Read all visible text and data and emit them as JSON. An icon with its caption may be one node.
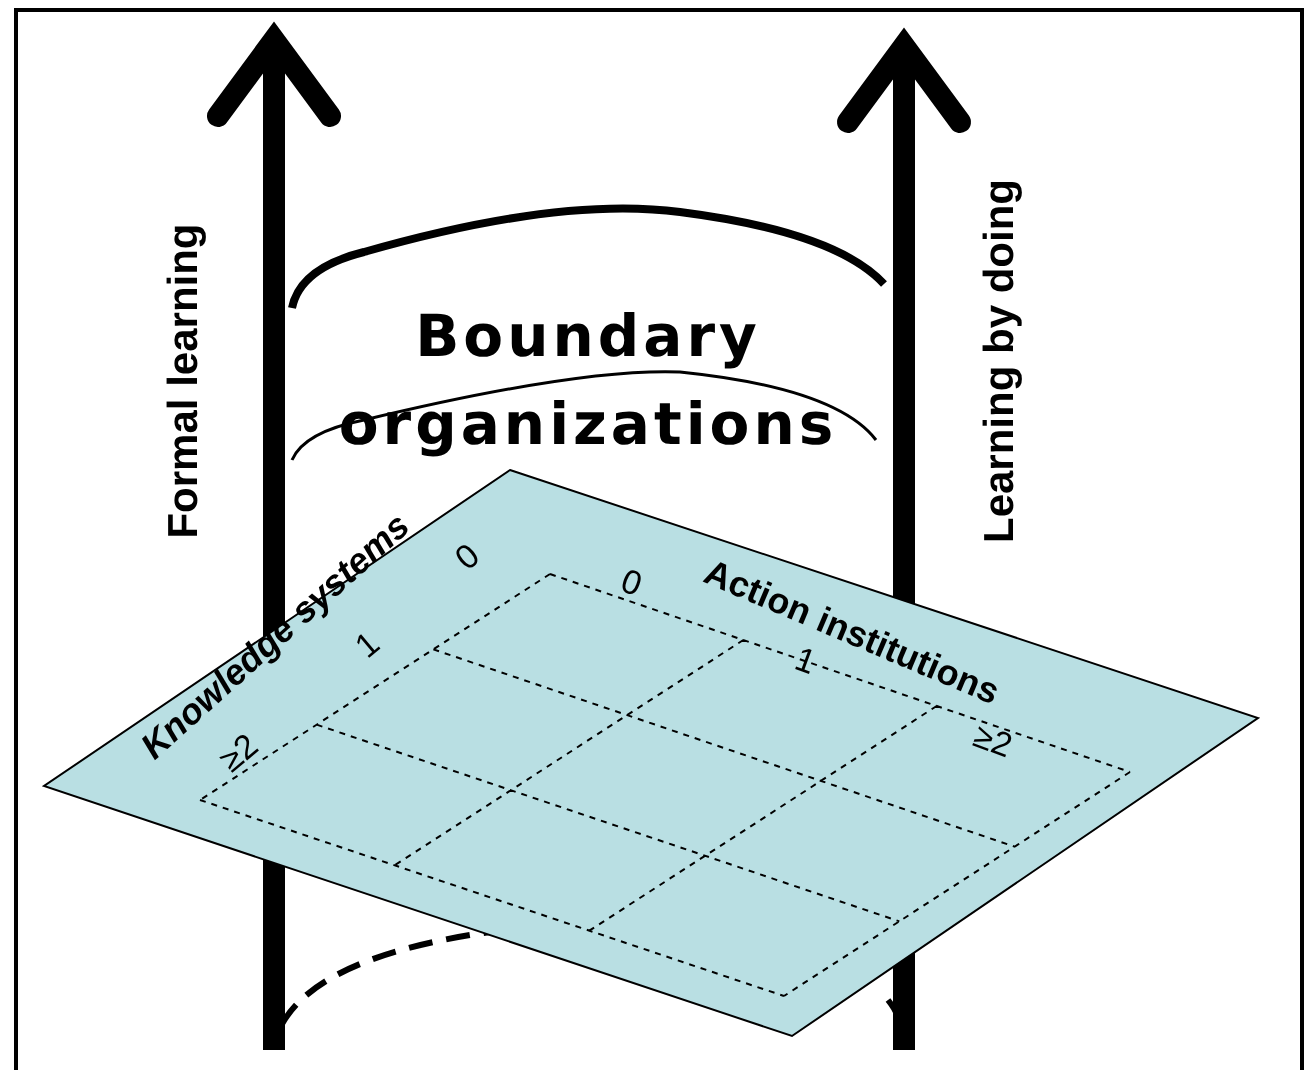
{
  "diagram": {
    "nodes": [
      {
        "text": [
          "Boundary organizations"
        ]
      },
      {
        "text": [
          "Knowledge systems",
          "0",
          "1",
          "≥2",
          "Action institutions",
          "0",
          "1",
          "≥2"
        ]
      }
    ],
    "labels": [
      "Formal learning",
      "Learning by doing"
    ]
  }
}
